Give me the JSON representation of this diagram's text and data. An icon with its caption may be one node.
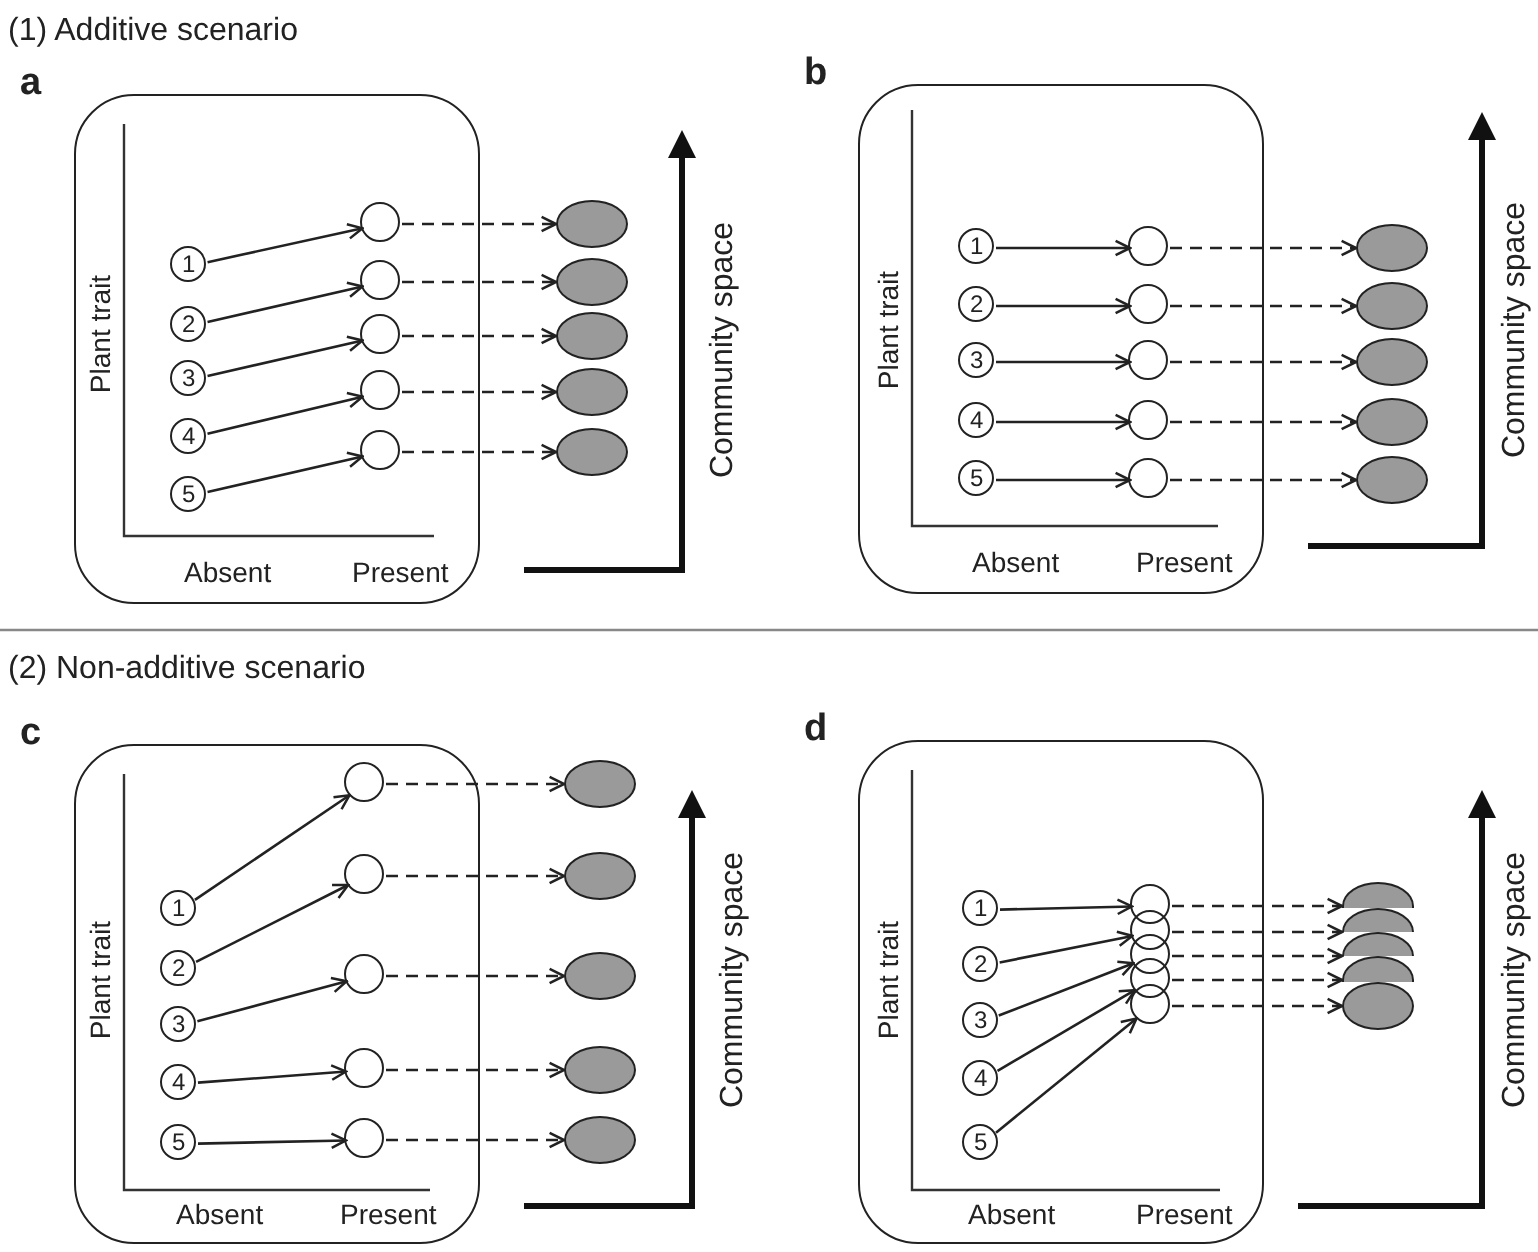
{
  "diagram": {
    "nodes": [
      {
        "text": [
          "a"
        ]
      },
      {
        "text": [
          "1"
        ],
        "in": 0
      },
      {
        "text": [
          "2"
        ],
        "in": 0
      },
      {
        "text": [
          "3"
        ],
        "in": 0
      },
      {
        "text": [
          "4"
        ],
        "in": 0
      },
      {
        "text": [
          "5"
        ],
        "in": 0
      },
      {
        "text": [],
        "shape": "circle",
        "in": 0
      },
      {
        "text": [],
        "shape": "circle",
        "in": 0
      },
      {
        "text": [],
        "shape": "circle",
        "in": 0
      },
      {
        "text": [],
        "shape": "circle",
        "in": 0
      },
      {
        "text": [],
        "shape": "circle",
        "in": 0
      },
      {
        "text": [],
        "shape": "ellipse"
      },
      {
        "text": [],
        "shape": "ellipse"
      },
      {
        "text": [],
        "shape": "ellipse"
      },
      {
        "text": [],
        "shape": "ellipse"
      },
      {
        "text": [],
        "shape": "ellipse"
      },
      {
        "text": [
          "b"
        ]
      },
      {
        "text": [
          "1"
        ],
        "in": 16
      },
      {
        "text": [
          "2"
        ],
        "in": 16
      },
      {
        "text": [
          "3"
        ],
        "in": 16
      },
      {
        "text": [
          "4"
        ],
        "in": 16
      },
      {
        "text": [
          "5"
        ],
        "in": 16
      },
      {
        "text": [],
        "shape": "circle",
        "in": 16
      },
      {
        "text": [],
        "shape": "circle",
        "in": 16
      },
      {
        "text": [],
        "shape": "circle",
        "in": 16
      },
      {
        "text": [],
        "shape": "circle",
        "in": 16
      },
      {
        "text": [],
        "shape": "circle",
        "in": 16
      },
      {
        "text": [],
        "shape": "ellipse"
      },
      {
        "text": [],
        "shape": "ellipse"
      },
      {
        "text": [],
        "shape": "ellipse"
      },
      {
        "text": [],
        "shape": "ellipse"
      },
      {
        "text": [],
        "shape": "ellipse"
      },
      {
        "text": [
          "c"
        ]
      },
      {
        "text": [
          "1"
        ],
        "in": 32
      },
      {
        "text": [
          "2"
        ],
        "in": 32
      },
      {
        "text": [
          "3"
        ],
        "in": 32
      },
      {
        "text": [
          "4"
        ],
        "in": 32
      },
      {
        "text": [
          "5"
        ],
        "in": 32
      },
      {
        "text": [],
        "shape": "circle",
        "in": 32
      },
      {
        "text": [],
        "shape": "circle",
        "in": 32
      },
      {
        "text": [],
        "shape": "circle",
        "in": 32
      },
      {
        "text": [],
        "shape": "circle",
        "in": 32
      },
      {
        "text": [],
        "shape": "circle",
        "in": 32
      },
      {
        "text": [],
        "shape": "ellipse"
      },
      {
        "text": [],
        "shape": "ellipse"
      },
      {
        "text": [],
        "shape": "ellipse"
      },
      {
        "text": [],
        "shape": "ellipse"
      },
      {
        "text": [],
        "shape": "ellipse"
      },
      {
        "text": [
          "d"
        ]
      },
      {
        "text": [
          "1"
        ],
        "in": 48
      },
      {
        "text": [
          "2"
        ],
        "in": 48
      },
      {
        "text": [
          "3"
        ],
        "in": 48
      },
      {
        "text": [
          "4"
        ],
        "in": 48
      },
      {
        "text": [
          "5"
        ],
        "in": 48
      },
      {
        "text": [],
        "shape": "circle",
        "in": 48
      },
      {
        "text": [],
        "shape": "circle",
        "in": 48
      },
      {
        "text": [],
        "shape": "circle",
        "in": 48
      },
      {
        "text": [],
        "shape": "circle",
        "in": 48
      },
      {
        "text": [],
        "shape": "circle",
        "in": 48
      },
      {
        "text": [],
        "shape": "ellipse"
      },
      {
        "text": [],
        "shape": "ellipse"
      },
      {
        "text": [],
        "shape": "ellipse"
      },
      {
        "text": [],
        "shape": "ellipse"
      },
      {
        "text": [],
        "shape": "ellipse"
      }
    ],
    "edges": [
      {
        "from": 1,
        "to": 6,
        "arrow": "to"
      },
      {
        "from": 2,
        "to": 7,
        "arrow": "to"
      },
      {
        "from": 3,
        "to": 8,
        "arrow": "to"
      },
      {
        "from": 4,
        "to": 9,
        "arrow": "to"
      },
      {
        "from": 5,
        "to": 10,
        "arrow": "to"
      },
      {
        "from": 6,
        "to": 11,
        "arrow": "to",
        "style": "dashed"
      },
      {
        "from": 7,
        "to": 12,
        "arrow": "to",
        "style": "dashed"
      },
      {
        "from": 8,
        "to": 13,
        "arrow": "to",
        "style": "dashed"
      },
      {
        "from": 9,
        "to": 14,
        "arrow": "to",
        "style": "dashed"
      },
      {
        "from": 10,
        "to": 15,
        "arrow": "to",
        "style": "dashed"
      },
      {
        "from": 17,
        "to": 22,
        "arrow": "to"
      },
      {
        "from": 18,
        "to": 23,
        "arrow": "to"
      },
      {
        "from": 19,
        "to": 24,
        "arrow": "to"
      },
      {
        "from": 20,
        "to": 25,
        "arrow": "to"
      },
      {
        "from": 21,
        "to": 26,
        "arrow": "to"
      },
      {
        "from": 22,
        "to": 27,
        "arrow": "to",
        "style": "dashed"
      },
      {
        "from": 23,
        "to": 28,
        "arrow": "to",
        "style": "dashed"
      },
      {
        "from": 24,
        "to": 29,
        "arrow": "to",
        "style": "dashed"
      },
      {
        "from": 25,
        "to": 30,
        "arrow": "to",
        "style": "dashed"
      },
      {
        "from": 26,
        "to": 31,
        "arrow": "to",
        "style": "dashed"
      },
      {
        "from": 33,
        "to": 38,
        "arrow": "to"
      },
      {
        "from": 34,
        "to": 39,
        "arrow": "to"
      },
      {
        "from": 35,
        "to": 40,
        "arrow": "to"
      },
      {
        "from": 36,
        "to": 41,
        "arrow": "to"
      },
      {
        "from": 37,
        "to": 42,
        "arrow": "to"
      },
      {
        "from": 38,
        "to": 43,
        "arrow": "to",
        "style": "dashed"
      },
      {
        "from": 39,
        "to": 44,
        "arrow": "to",
        "style": "dashed"
      },
      {
        "from": 40,
        "to": 45,
        "arrow": "to",
        "style": "dashed"
      },
      {
        "from": 41,
        "to": 46,
        "arrow": "to",
        "style": "dashed"
      },
      {
        "from": 42,
        "to": 47,
        "arrow": "to",
        "style": "dashed"
      },
      {
        "from": 49,
        "to": 54,
        "arrow": "to"
      },
      {
        "from": 50,
        "to": 55,
        "arrow": "to"
      },
      {
        "from": 51,
        "to": 56,
        "arrow": "to"
      },
      {
        "from": 52,
        "to": 57,
        "arrow": "to"
      },
      {
        "from": 53,
        "to": 58,
        "arrow": "to"
      },
      {
        "from": 54,
        "to": 59,
        "arrow": "to",
        "style": "dashed"
      },
      {
        "from": 55,
        "to": 60,
        "arrow": "to",
        "style": "dashed"
      },
      {
        "from": 56,
        "to": 61,
        "arrow": "to",
        "style": "dashed"
      },
      {
        "from": 57,
        "to": 62,
        "arrow": "to",
        "style": "dashed"
      },
      {
        "from": 58,
        "to": 63,
        "arrow": "to",
        "style": "dashed"
      }
    ],
    "labels": [
      "(1) Additive scenario",
      "Plant trait",
      "Absent",
      "Present",
      "Community space",
      "Plant trait",
      "Absent",
      "Present",
      "Community space",
      "(2) Non-additive scenario",
      "Plant trait",
      "Absent",
      "Present",
      "Community space",
      "Plant trait",
      "Absent",
      "Present",
      "Community space"
    ]
  }
}
